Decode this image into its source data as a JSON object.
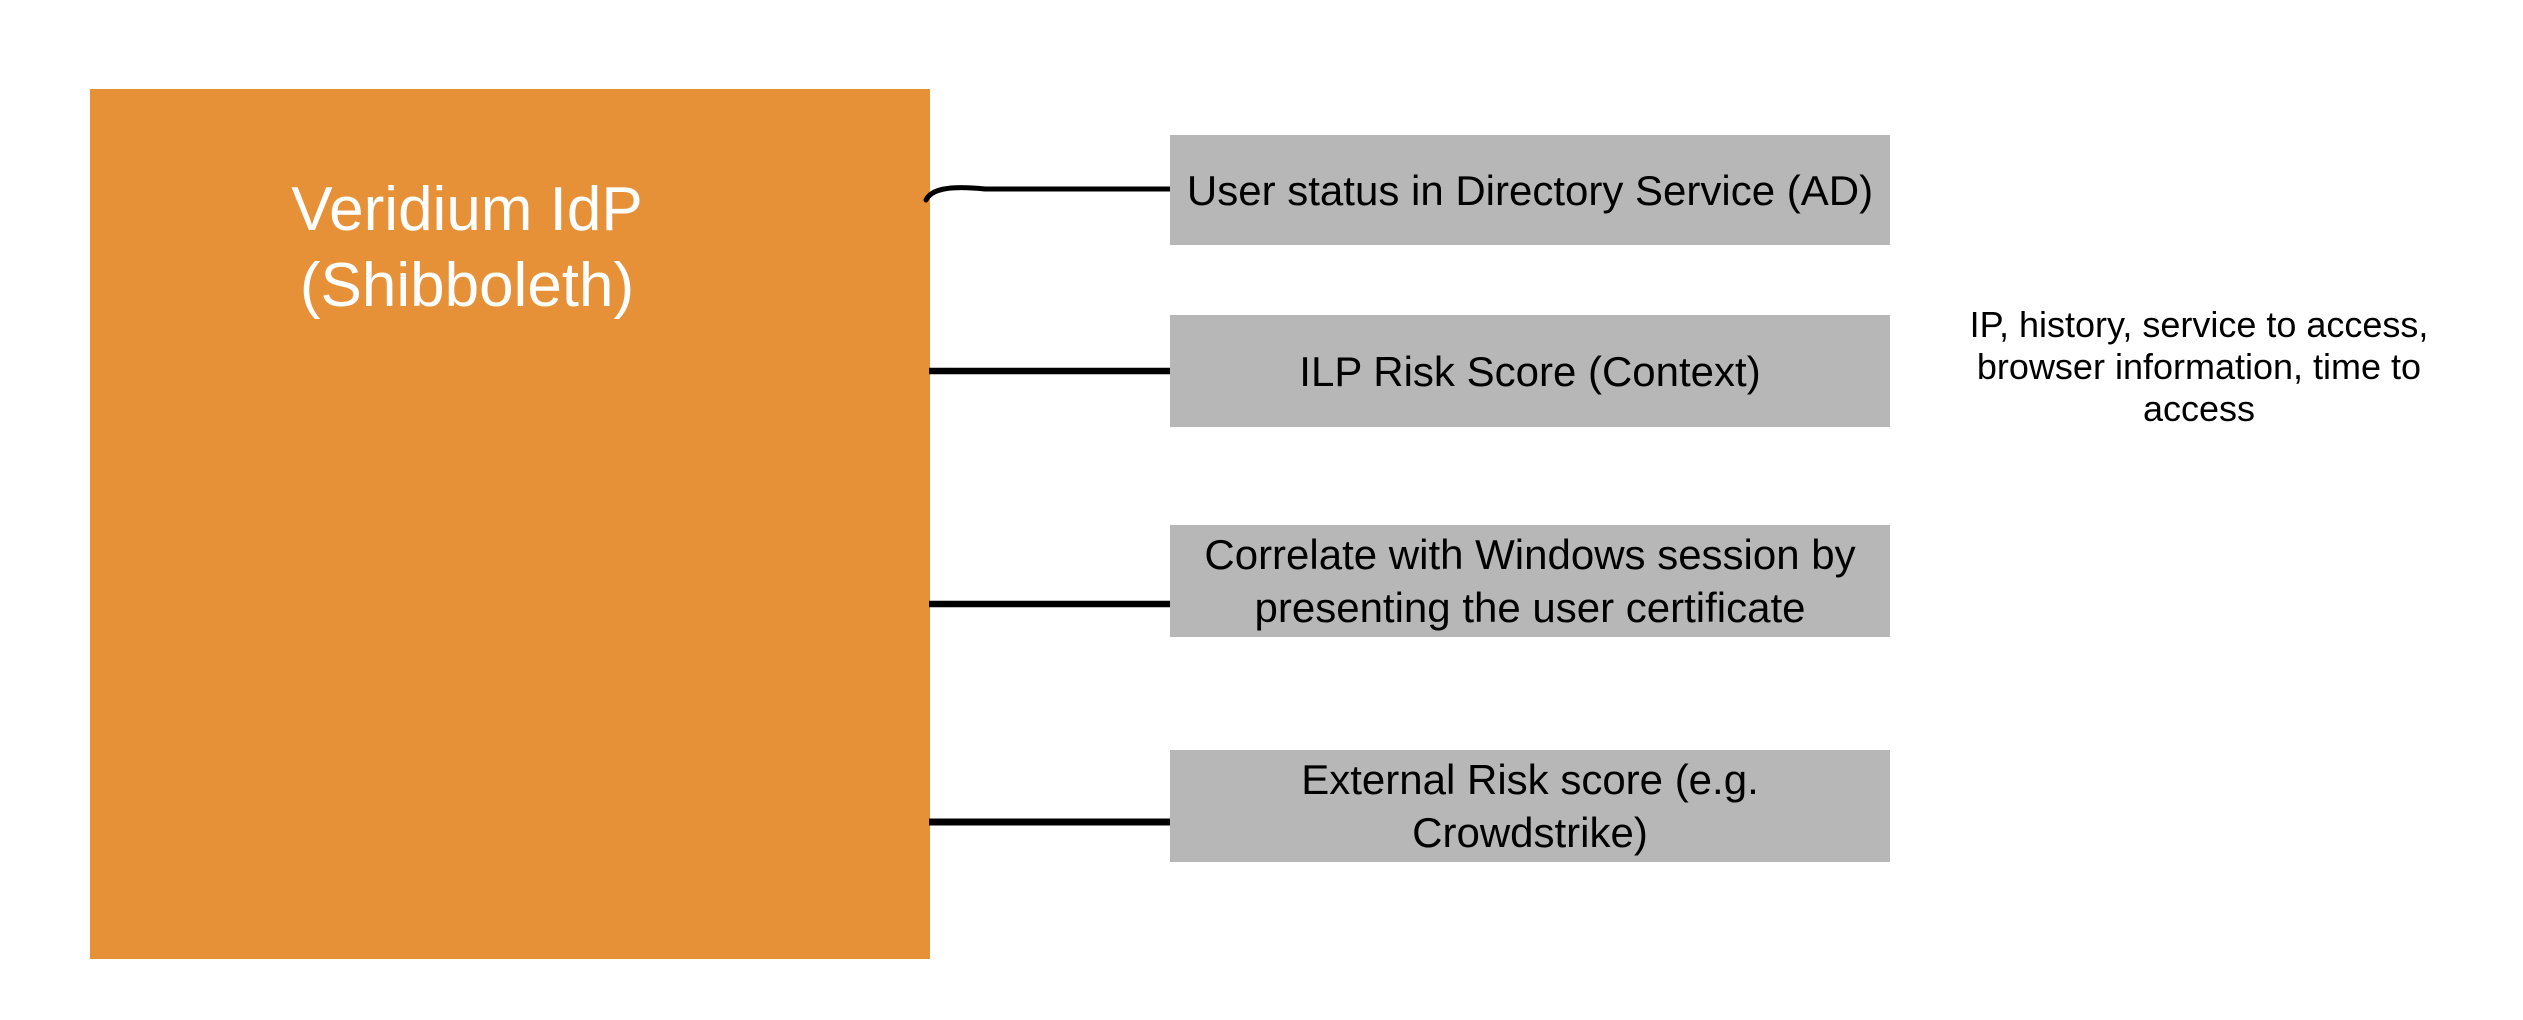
{
  "diagram": {
    "main_node": {
      "label": "Veridium IdP\n(Shibboleth)"
    },
    "factor_nodes": [
      {
        "label": "User status in Directory Service (AD)"
      },
      {
        "label": "ILP Risk Score (Context)"
      },
      {
        "label": "Correlate with Windows session by presenting the user certificate"
      },
      {
        "label": "External Risk score (e.g. Crowdstrike)"
      }
    ],
    "annotation": "IP, history, service to access, browser information, time to access",
    "colors": {
      "background": "#ffffff",
      "main_node_fill": "#e69138",
      "main_node_text": "#ffffff",
      "factor_node_fill": "#b7b7b7",
      "factor_node_text": "#000000",
      "connector": "#000000"
    }
  }
}
